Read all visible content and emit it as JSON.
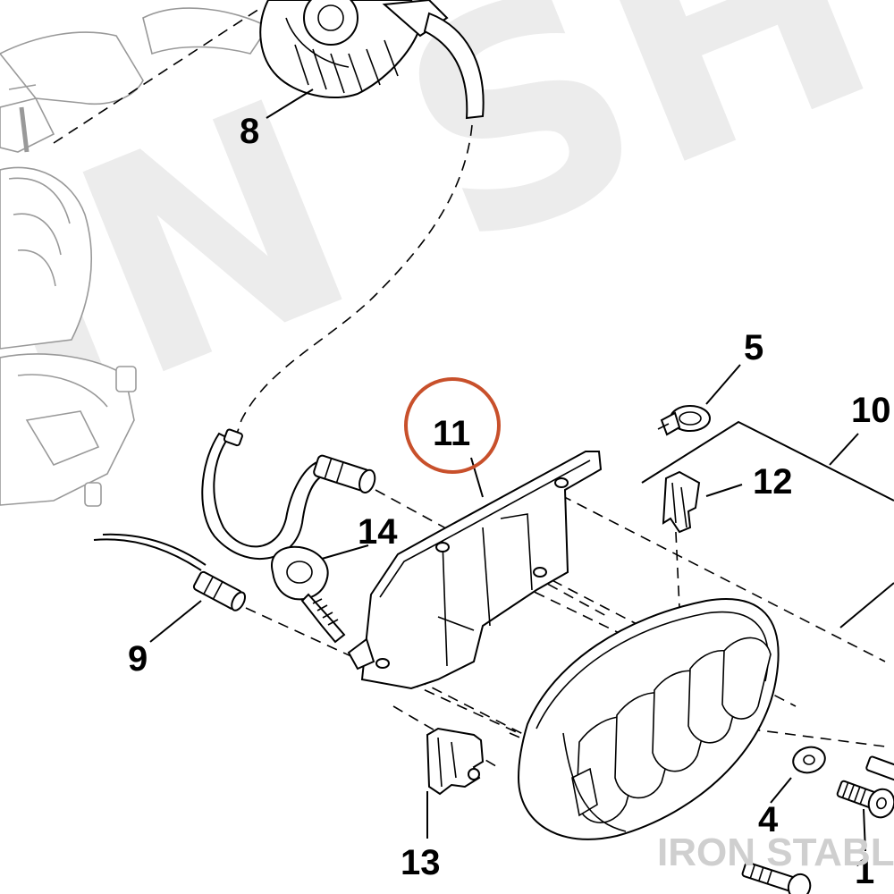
{
  "diagram": {
    "background_watermark": "IN SH",
    "watermark": "IRON STABLE",
    "highlight_color": "#c8502b",
    "callouts": [
      {
        "id": "c1",
        "text": "1"
      },
      {
        "id": "c4",
        "text": "4"
      },
      {
        "id": "c5",
        "text": "5"
      },
      {
        "id": "c8",
        "text": "8"
      },
      {
        "id": "c9",
        "text": "9"
      },
      {
        "id": "c10",
        "text": "10"
      },
      {
        "id": "c11",
        "text": "11"
      },
      {
        "id": "c12",
        "text": "12"
      },
      {
        "id": "c13",
        "text": "13"
      },
      {
        "id": "c14",
        "text": "14"
      }
    ]
  }
}
